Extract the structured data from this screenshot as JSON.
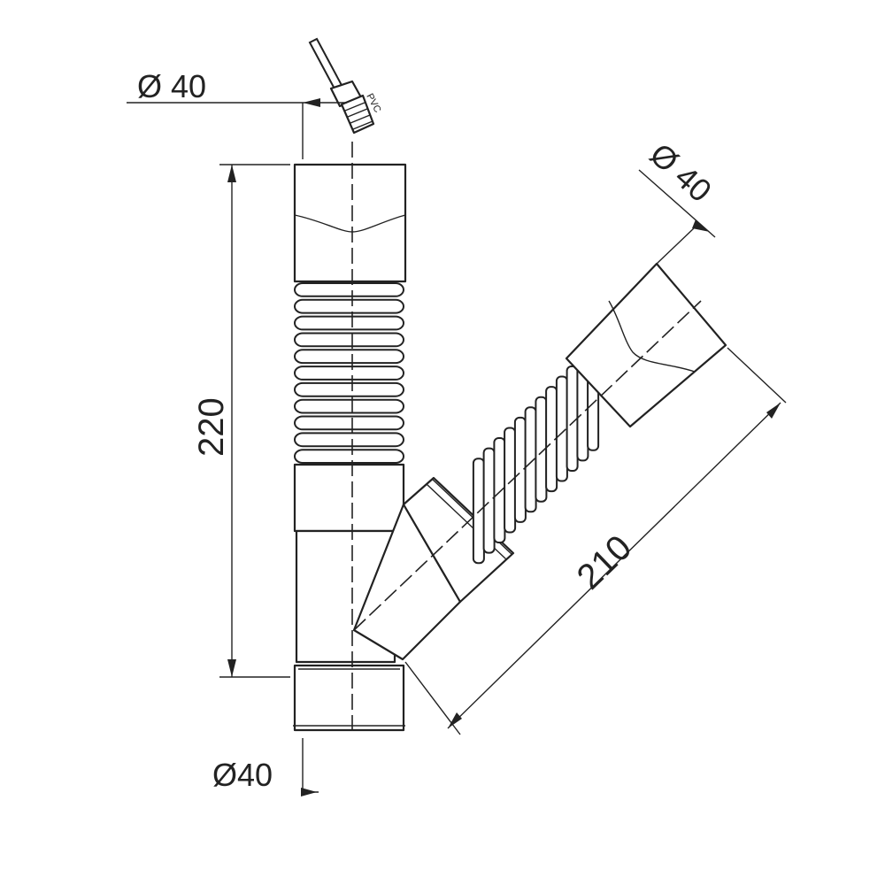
{
  "labels": {
    "top_diameter": "Ø 40",
    "bottom_diameter": "Ø40",
    "branch_diameter": "Ø 40",
    "height": "220",
    "branch_length": "210",
    "marking": "PVC"
  },
  "dimensions": {
    "vertical_length_mm": 220,
    "branch_length_mm": 210,
    "diameter_mm": 40,
    "branch_angle_deg": 45
  },
  "colors": {
    "line": "#222222",
    "background": "#ffffff"
  }
}
